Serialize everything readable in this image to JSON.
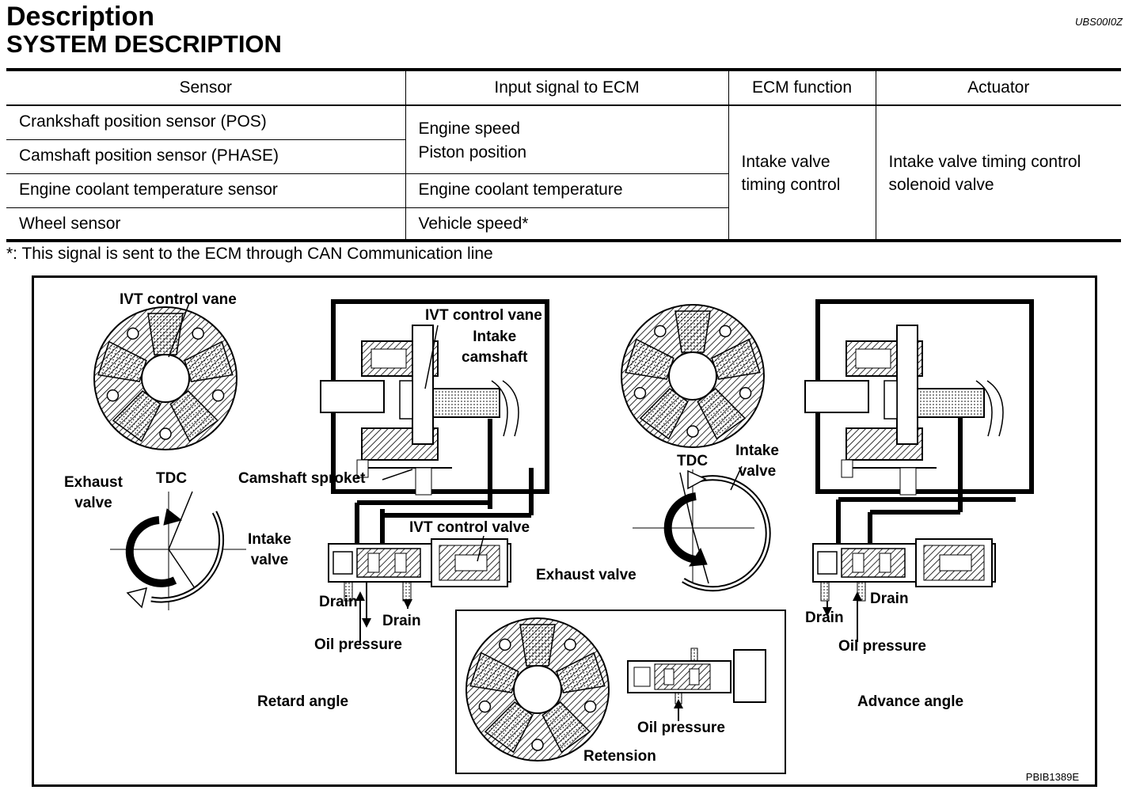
{
  "header": {
    "title": "Description",
    "subtitle": "SYSTEM DESCRIPTION",
    "doc_code": "UBS00I0Z"
  },
  "table": {
    "headers": [
      "Sensor",
      "Input signal to ECM",
      "ECM function",
      "Actuator"
    ],
    "sensors": [
      "Crankshaft position sensor (POS)",
      "Camshaft position sensor (PHASE)",
      "Engine coolant temperature sensor",
      "Wheel sensor"
    ],
    "inputs": [
      "Engine speed",
      "Piston position",
      "Engine coolant temperature",
      "Vehicle speed*"
    ],
    "ecm_function": [
      "Intake valve",
      "timing control"
    ],
    "actuator": [
      "Intake valve timing control",
      "solenoid valve"
    ]
  },
  "note": "*: This signal is sent to the ECM through CAN Communication line",
  "figure": {
    "labels": {
      "ivt_vane_left": "IVT control vane",
      "ivt_vane_center": "IVT control vane",
      "intake_camshaft": [
        "Intake",
        "camshaft"
      ],
      "camshaft_sprocket": "Camshaft sproket",
      "exhaust_valve_left": [
        "Exhaust",
        "valve"
      ],
      "tdc_left": "TDC",
      "intake_valve_left": [
        "Intake",
        "valve"
      ],
      "ivt_control_valve": "IVT control valve",
      "drain_l1": "Drain",
      "drain_l2": "Drain",
      "oil_pressure_left": "Oil pressure",
      "retard_angle": "Retard angle",
      "tdc_right": "TDC",
      "intake_valve_right": [
        "Intake",
        "valve"
      ],
      "exhaust_valve_right": "Exhaust valve",
      "drain_r1": "Drain",
      "drain_r2": "Drain",
      "oil_pressure_right": "Oil pressure",
      "advance_angle": "Advance angle",
      "oil_pressure_ret": "Oil pressure",
      "retension": "Retension"
    },
    "code": "PBIB1389E"
  }
}
